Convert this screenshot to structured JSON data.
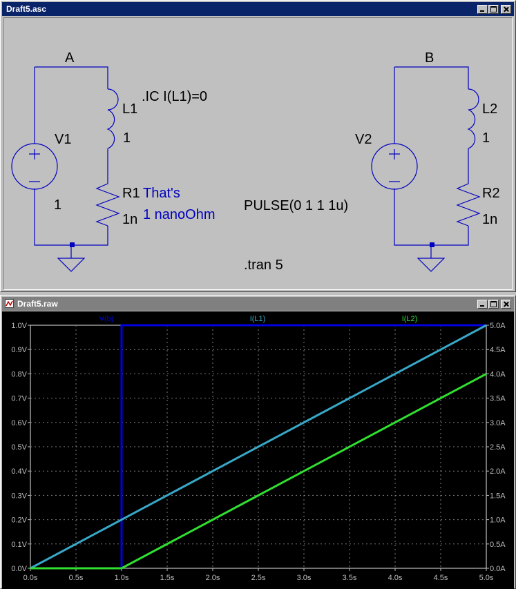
{
  "schematic_window": {
    "title": "Draft5.asc",
    "labels": {
      "node_a": "A",
      "node_b": "B",
      "v1": "V1",
      "v1_value": "1",
      "v2": "V2",
      "l1": "L1",
      "l1_value": "1",
      "l2": "L2",
      "l2_value": "1",
      "r1": "R1",
      "r1_value": "1n",
      "r2": "R2",
      "r2_value": "1n",
      "ic_directive": ".IC I(L1)=0",
      "comment_line1": "That's",
      "comment_line2": "1 nanoOhm",
      "pulse_value": "PULSE(0 1 1 1u)",
      "tran_directive": ".tran 5"
    }
  },
  "waveform_window": {
    "title": "Draft5.raw",
    "traces": [
      {
        "label": "V(b)",
        "color": "#0000e0"
      },
      {
        "label": "I(L1)",
        "color": "#38a8c8"
      },
      {
        "label": "I(L2)",
        "color": "#30e030"
      }
    ],
    "y_left_ticks": [
      "0.0V",
      "0.1V",
      "0.2V",
      "0.3V",
      "0.4V",
      "0.5V",
      "0.6V",
      "0.7V",
      "0.8V",
      "0.9V",
      "1.0V"
    ],
    "y_right_ticks": [
      "0.0A",
      "0.5A",
      "1.0A",
      "1.5A",
      "2.0A",
      "2.5A",
      "3.0A",
      "3.5A",
      "4.0A",
      "4.5A",
      "5.0A"
    ],
    "x_ticks": [
      "0.0s",
      "0.5s",
      "1.0s",
      "1.5s",
      "2.0s",
      "2.5s",
      "3.0s",
      "3.5s",
      "4.0s",
      "4.5s",
      "5.0s"
    ]
  },
  "chart_data": {
    "type": "line",
    "grid": true,
    "xlim": [
      0,
      5
    ],
    "ylim_left": [
      0,
      1
    ],
    "ylim_right": [
      0,
      5
    ],
    "series": [
      {
        "name": "V(b)",
        "axis": "left",
        "x": [
          0,
          1,
          1,
          5
        ],
        "y": [
          0,
          0,
          1,
          1
        ]
      },
      {
        "name": "I(L1)",
        "axis": "right",
        "x": [
          0,
          5
        ],
        "y": [
          0,
          5
        ]
      },
      {
        "name": "I(L2)",
        "axis": "right",
        "x": [
          0,
          1,
          5
        ],
        "y": [
          0,
          0,
          4
        ]
      }
    ]
  }
}
